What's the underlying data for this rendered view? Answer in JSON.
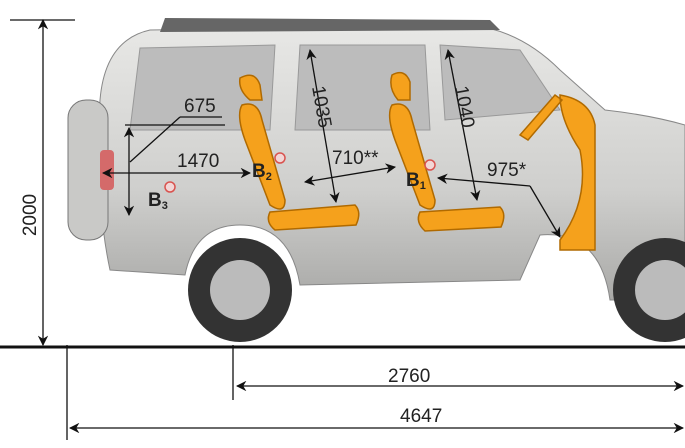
{
  "dimensions": {
    "height": "2000",
    "rear_cargo_height": "675",
    "rear_cargo_length": "1470",
    "rear_headroom": "1035",
    "seat_gap": "710**",
    "front_headroom": "1040",
    "front_legroom": "975*",
    "wheelbase": "2760",
    "length": "4647"
  },
  "points": [
    {
      "letter": "B",
      "sub": "1"
    },
    {
      "letter": "B",
      "sub": "2"
    },
    {
      "letter": "B",
      "sub": "3"
    }
  ],
  "colors": {
    "seat": "#f5a11c",
    "body": "#d6d6d4",
    "line": "#111111",
    "marker": "#d9534f"
  }
}
